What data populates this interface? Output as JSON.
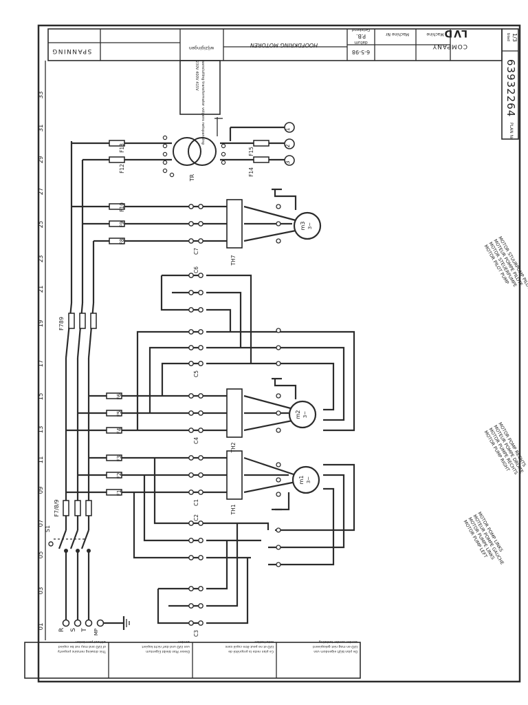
{
  "title_block": {
    "company_label": "COMPANY",
    "company": "LVD",
    "customer_label": "Machine",
    "machine_label": "Machine Nr",
    "drawn_label": "Getekend",
    "drawn_value": "P.B.",
    "date_label": "datum",
    "date_value": "6-5-98",
    "drawing_title": "HOOFDKRING MOTOREN",
    "changes_label": "wijzigingen",
    "spanning_label": "SPANNING",
    "plan_label": "PLAN Nr",
    "plan_number": "63932264",
    "sheet_label": "blad",
    "sheet_value": "1/3"
  },
  "column_numbers": [
    "01",
    "03",
    "05",
    "07",
    "09",
    "11",
    "13",
    "15",
    "17",
    "19",
    "21",
    "23",
    "25",
    "27",
    "29",
    "31",
    "33"
  ],
  "supply_labels": [
    "R",
    "S",
    "T",
    "MP"
  ],
  "main_switch": "S1",
  "fuse_labels": {
    "main": "F7/8/9",
    "f789": "F789",
    "pump1": [
      "F1",
      "F2",
      "F3"
    ],
    "pump2": [
      "F4",
      "F5",
      "F6"
    ],
    "pilot": [
      "F8",
      "F9",
      "F10"
    ],
    "transformer_primary": [
      "F12",
      "F13"
    ],
    "transformer_secondary": [
      "F14",
      "F15"
    ]
  },
  "contactor_labels": [
    "C1",
    "C2",
    "C3",
    "C4",
    "C5",
    "C6",
    "C7"
  ],
  "overload_labels": [
    "TH1",
    "TH2",
    "TH7"
  ],
  "transformer_label": "TR",
  "motors": [
    {
      "label": "m1",
      "phase": "3~"
    },
    {
      "label": "m2",
      "phase": "3~"
    },
    {
      "label": "m3",
      "phase": "3~"
    }
  ],
  "control_outputs": [
    "1",
    "2",
    "3"
  ],
  "motor_notes": [
    "MOTOR POMP LINKS\nMOTEUR POMPE GAUCHE\nMOTOR PUMPE LINKS\nMOTOR PUMP LEFT",
    "MOTOR POMP RECHTS\nMOTEUR POMPE DROITE\nMOTOR PUMPE RECHTS\nMOTOR PUMP RIGHT",
    "MOTOR STUURPOMP PILOTE\nMOTEUR POMPE PILOTE\nMOTOR STEUERPUMPE\nMOTOR PILOT PUMP"
  ],
  "legend_box_text": "aansluiting transformator volgens netspanning",
  "footer_notes": [
    "De plan blijft eigendom van LVD en mag niet gekopieerd worden zonder toelating",
    "Ce plan reste la propriété de LVD et ne peut être copié sans autorisation",
    "Dieser Plan bleibt Eigentum von LVD und darf nicht kopiert werden",
    "This drawing remains property of LVD and may not be copied without permission"
  ],
  "colors": {
    "ink": "#2b2b2b",
    "paper": "#ffffff"
  }
}
